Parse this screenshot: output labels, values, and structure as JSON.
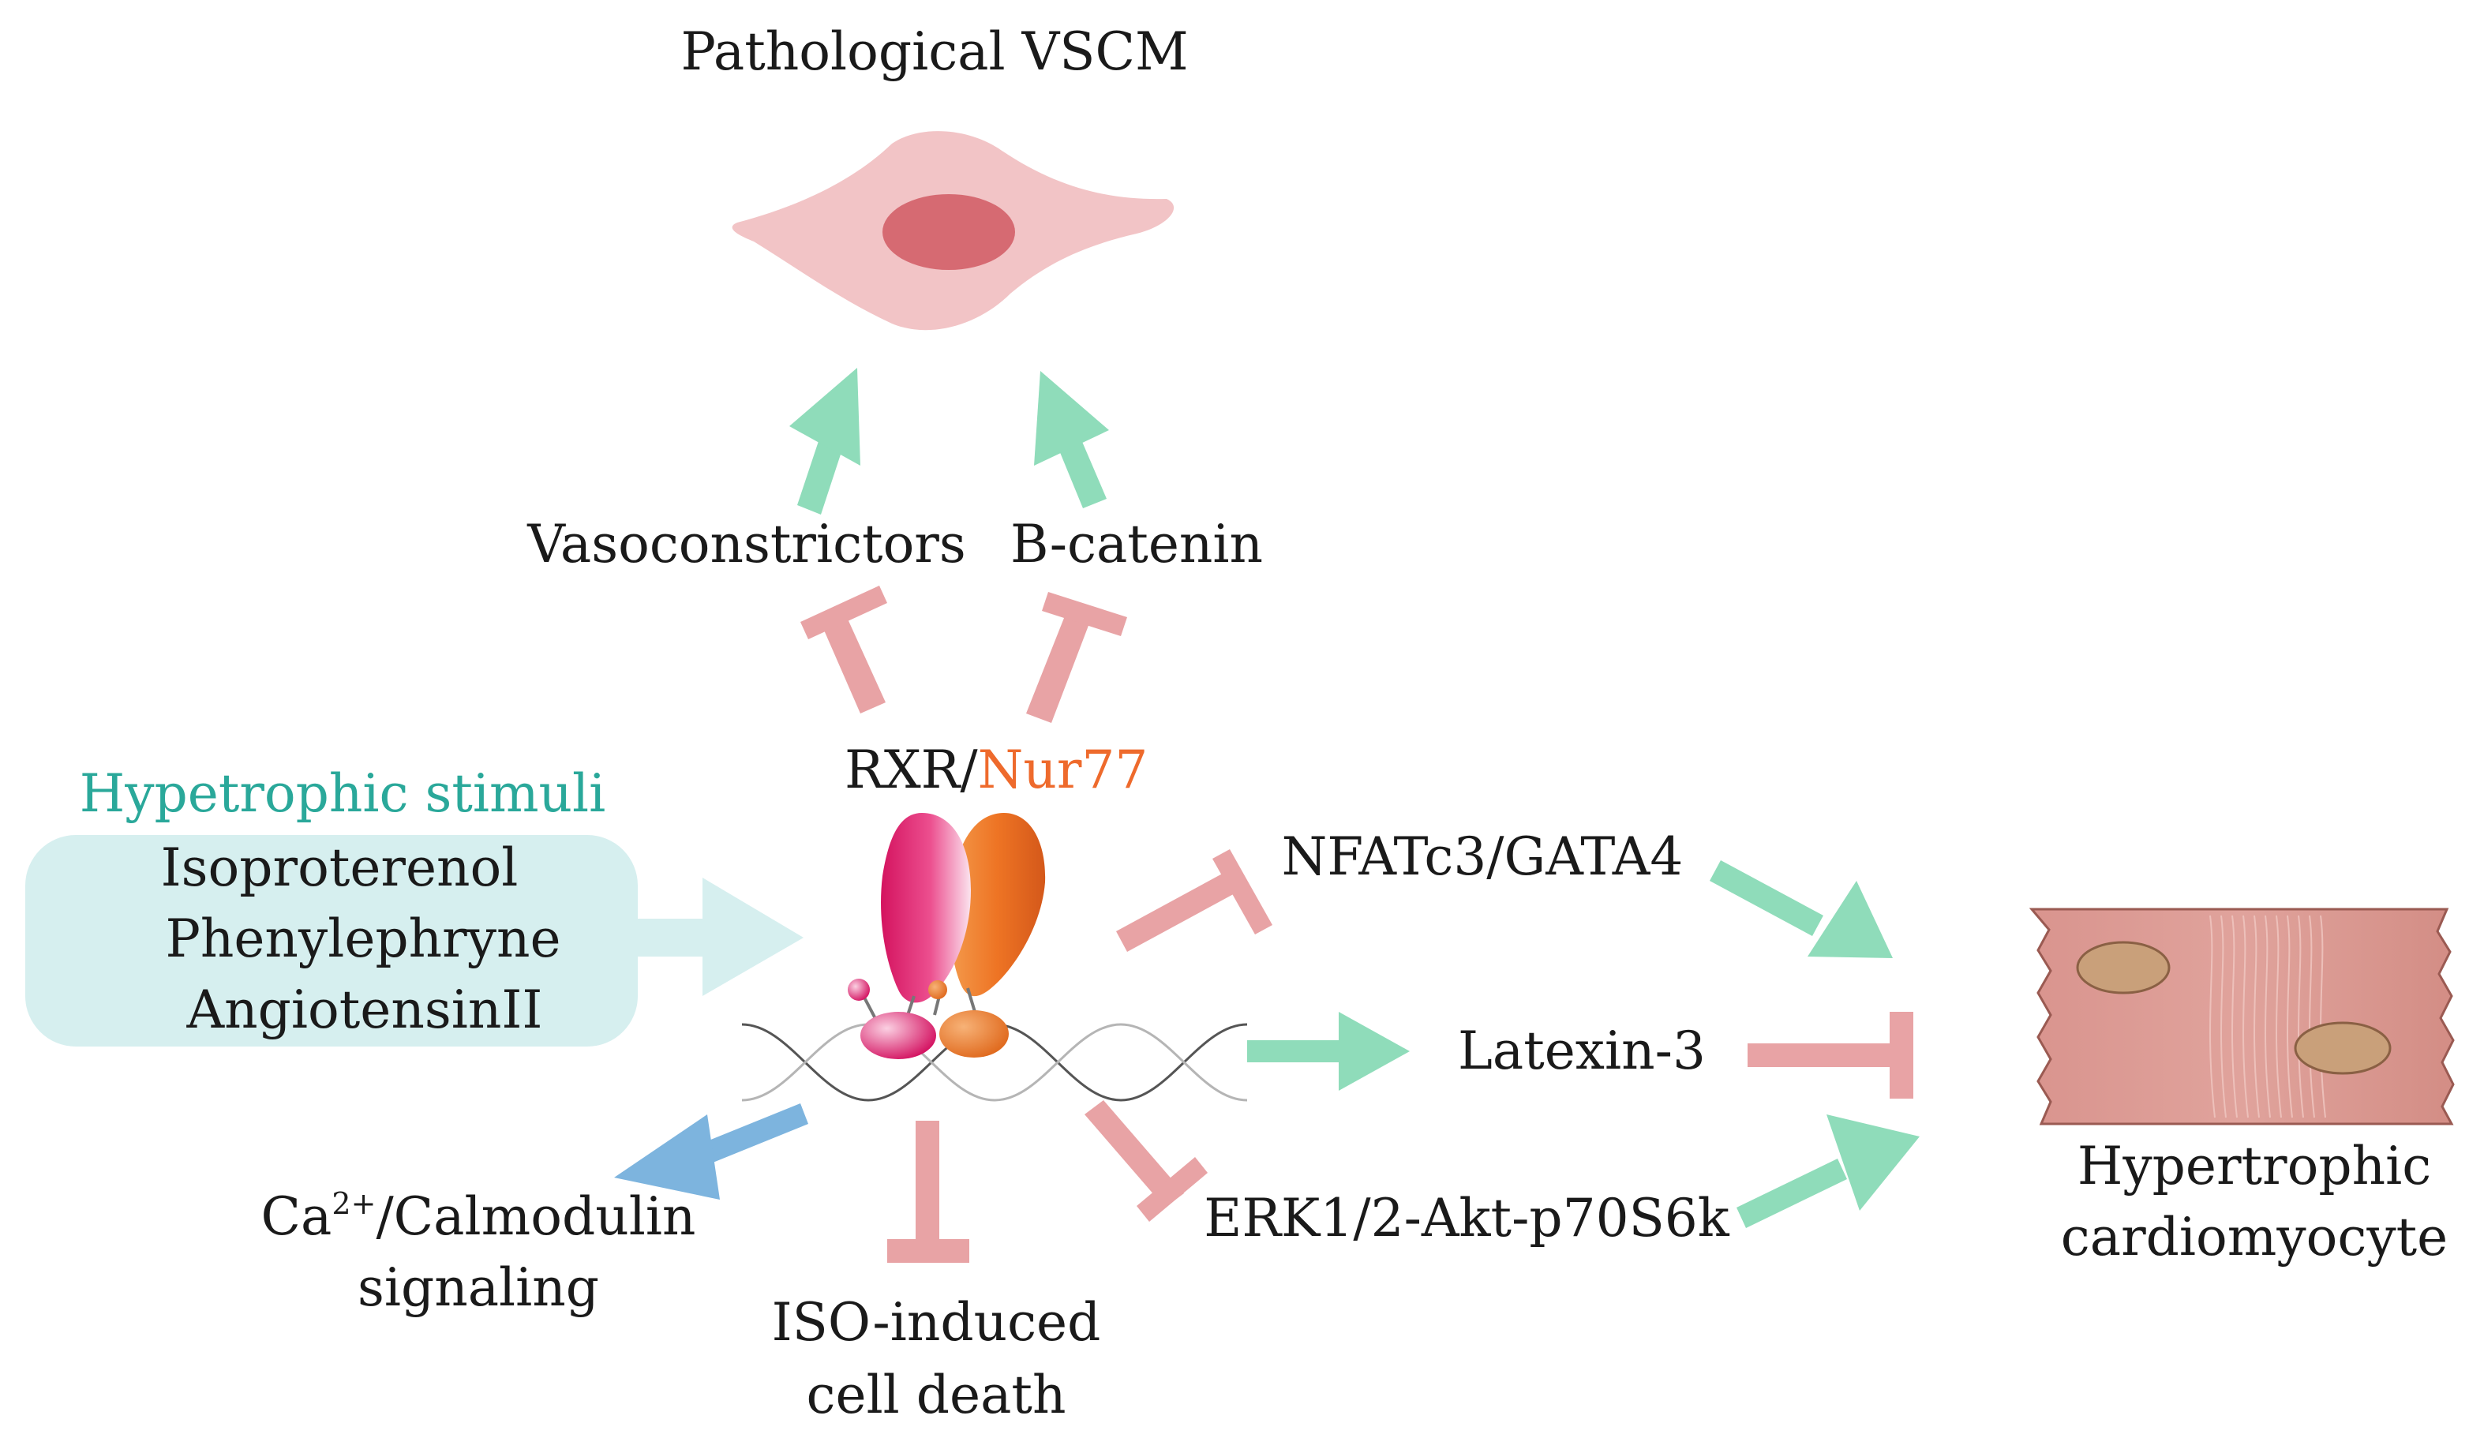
{
  "labels": {
    "pathological_vscm": "Pathological VSCM",
    "vasoconstrictors": "Vasoconstrictors",
    "b_catenin": "B-catenin",
    "rxr": "RXR/",
    "nur77": "Nur77",
    "hypertrophic_stimuli_title": "Hypetrophic stimuli",
    "stimulus_1": "Isoproterenol",
    "stimulus_2": "Phenylephryne",
    "stimulus_3": "AngiotensinII",
    "nfatc3_gata4": "NFATc3/GATA4",
    "latexin_3": "Latexin-3",
    "erk_akt": "ERK1/2-Akt-p70S6k",
    "ca_prefix": "Ca",
    "ca_superscript": "2+",
    "ca_suffix": "/Calmodulin",
    "ca_line2": "signaling",
    "iso_line1": "ISO-induced",
    "iso_line2": "cell death",
    "hypertrophic_line1": "Hypertrophic",
    "hypertrophic_line2": "cardiomyocyte"
  },
  "colors": {
    "activation_green": "#8fdcba",
    "inhibition_pink": "#e8a3a5",
    "calmodulin_blue": "#7db4de",
    "stimuli_box": "#d6efef",
    "stimuli_arrow": "#d6efef",
    "teal_text": "#2aa89a",
    "nur77_orange": "#ee6a2c",
    "vscm_cell": "#f2c4c6",
    "vscm_nucleus": "#d66a72",
    "cardiomyocyte": "#d99790",
    "cardio_nucleus": "#c9a07a"
  }
}
